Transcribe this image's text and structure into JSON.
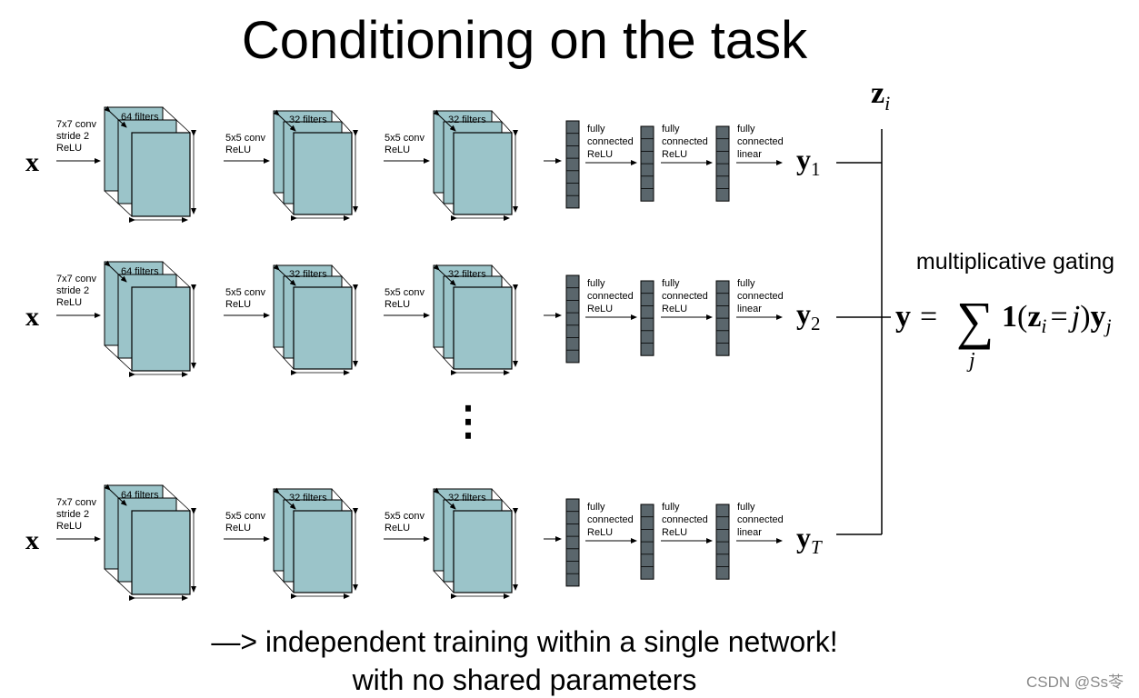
{
  "title": "Conditioning on the task",
  "rows": [
    {
      "input": "x",
      "conv1": {
        "label": [
          "7x7 conv",
          "stride 2",
          "ReLU"
        ],
        "filters": "64 filters"
      },
      "conv2": {
        "label": [
          "5x5 conv",
          "ReLU"
        ],
        "filters": "32 filters"
      },
      "conv3": {
        "label": [
          "5x5 conv",
          "ReLU"
        ],
        "filters": "32 filters"
      },
      "fc": [
        [
          "fully",
          "connected",
          "ReLU"
        ],
        [
          "fully",
          "connected",
          "ReLU"
        ],
        [
          "fully",
          "connected",
          "linear"
        ]
      ],
      "output": {
        "base": "y",
        "sub": "1"
      }
    },
    {
      "input": "x",
      "conv1": {
        "label": [
          "7x7 conv",
          "stride 2",
          "ReLU"
        ],
        "filters": "64 filters"
      },
      "conv2": {
        "label": [
          "5x5 conv",
          "ReLU"
        ],
        "filters": "32 filters"
      },
      "conv3": {
        "label": [
          "5x5 conv",
          "ReLU"
        ],
        "filters": "32 filters"
      },
      "fc": [
        [
          "fully",
          "connected",
          "ReLU"
        ],
        [
          "fully",
          "connected",
          "ReLU"
        ],
        [
          "fully",
          "connected",
          "linear"
        ]
      ],
      "output": {
        "base": "y",
        "sub": "2"
      }
    },
    {
      "input": "x",
      "conv1": {
        "label": [
          "7x7 conv",
          "stride 2",
          "ReLU"
        ],
        "filters": "64 filters"
      },
      "conv2": {
        "label": [
          "5x5 conv",
          "ReLU"
        ],
        "filters": "32 filters"
      },
      "conv3": {
        "label": [
          "5x5 conv",
          "ReLU"
        ],
        "filters": "32 filters"
      },
      "fc": [
        [
          "fully",
          "connected",
          "ReLU"
        ],
        [
          "fully",
          "connected",
          "ReLU"
        ],
        [
          "fully",
          "connected",
          "linear"
        ]
      ],
      "output": {
        "base": "y",
        "sub": "T"
      }
    }
  ],
  "ellipsis": "⋮",
  "task_variable": {
    "base": "z",
    "sub": "i"
  },
  "gating": {
    "label": "multiplicative gating",
    "lhs": "y",
    "equals": "=",
    "sum_symbol": "∑",
    "sum_index": "j",
    "indicator": "1",
    "open_paren": "(",
    "z_base": "z",
    "z_sub": "i",
    "inner_equals": "=",
    "j_symbol": "j",
    "close_paren": ")",
    "y_base": "y",
    "y_sub": "j"
  },
  "caption_line1": "—> independent training within a single network!",
  "caption_line2": "with no shared parameters",
  "watermark": "CSDN @Ss苓",
  "colors": {
    "map_fill": "#9bc4c9",
    "fc_fill": "#5a666c",
    "stroke": "#000000",
    "text": "#000000",
    "watermark": "#8a8a8a"
  }
}
